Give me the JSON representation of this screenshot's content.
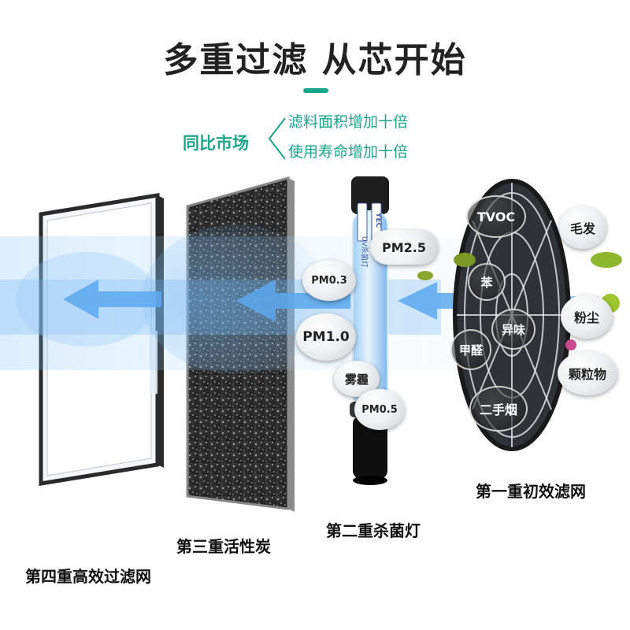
{
  "title": "多重过滤  从芯开始",
  "compare": {
    "label": "同比市场",
    "items": [
      "滤料面积增加十倍",
      "使用寿命增加十倍"
    ]
  },
  "lamp_text": "UV杀菌灯",
  "lamp_brand": "YEC",
  "stages": {
    "fourth": "第四重高效过滤网",
    "third": "第三重活性炭",
    "second": "第二重杀菌灯",
    "first": "第一重初效滤网"
  },
  "pollutants": {
    "pm25": "PM2.5",
    "pm03": "PM0.3",
    "pm10": "PM1.0",
    "haze": "雾霾",
    "pm05": "PM0.5",
    "tvoc": "TVOC",
    "benzene": "苯",
    "odor": "异味",
    "formaldehyde": "甲醛",
    "smoke": "二手烟",
    "hair": "毛发",
    "dust": "粉尘",
    "particles": "颗粒物"
  },
  "colors": {
    "accent": "#1aa68a",
    "airflow": "#4aa3f0"
  }
}
